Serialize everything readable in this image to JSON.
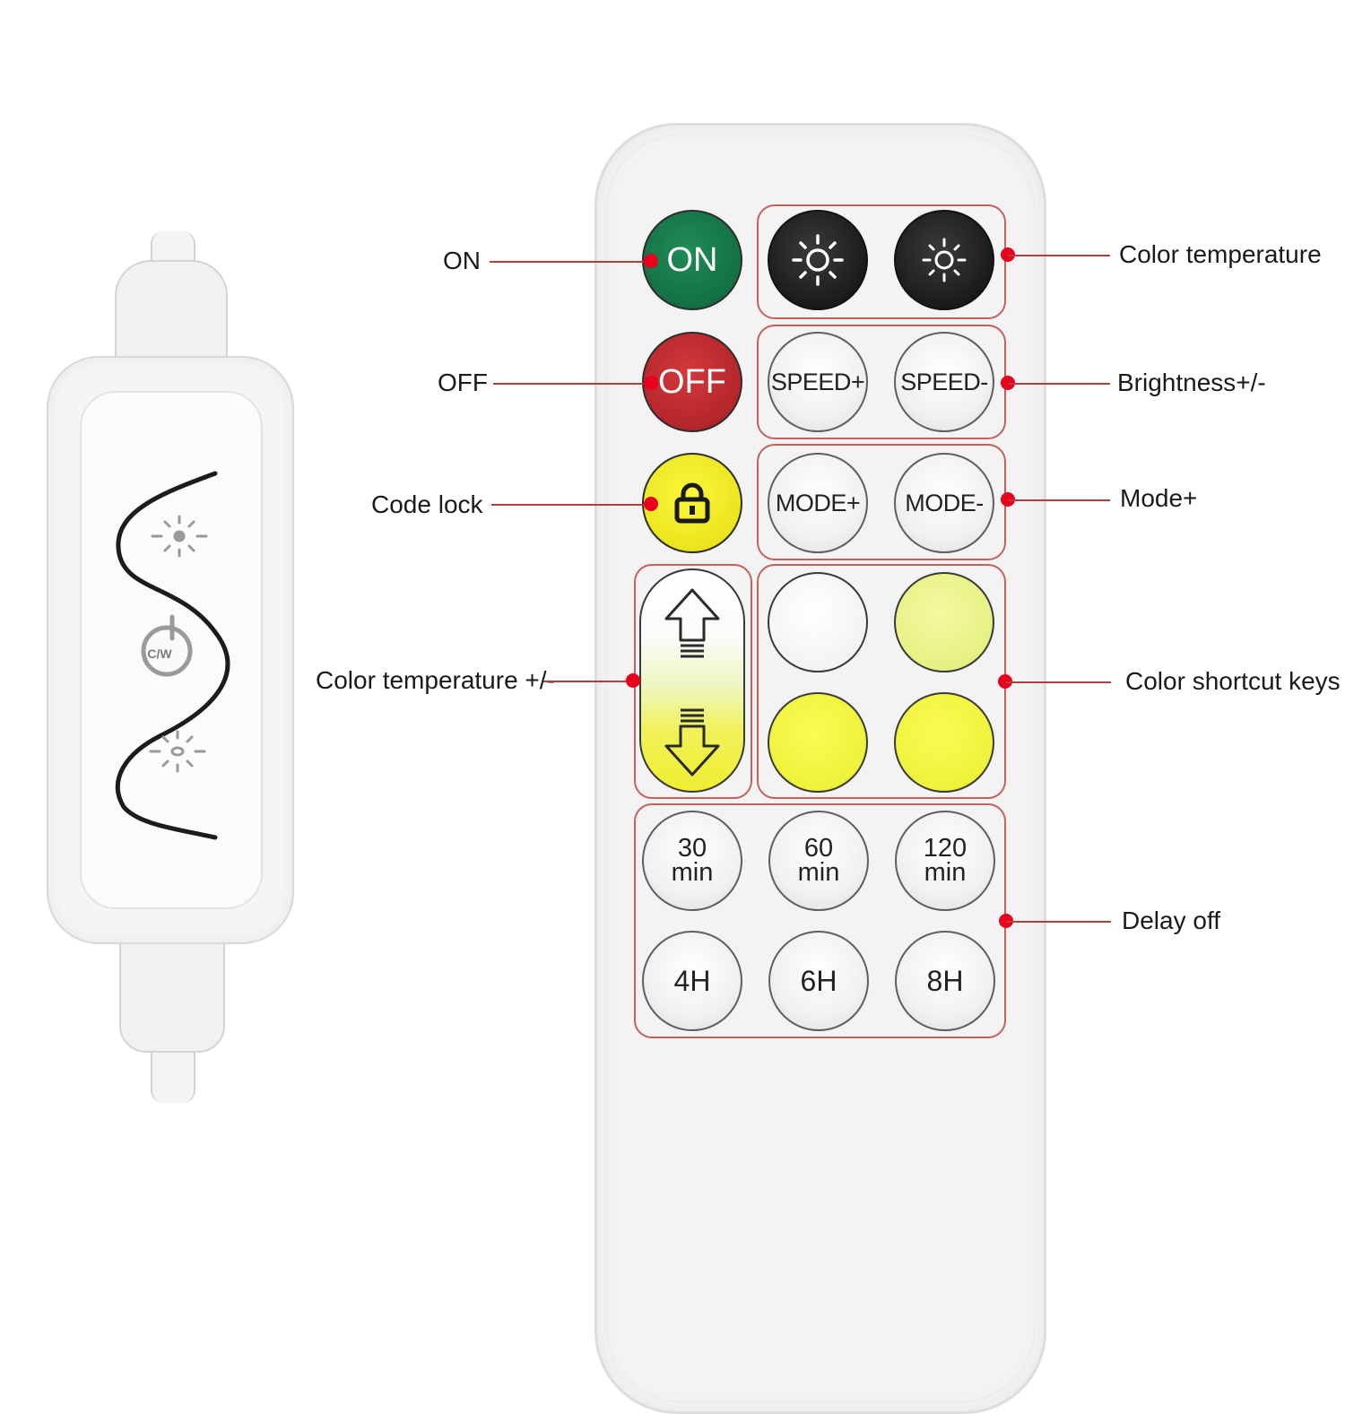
{
  "remote": {
    "on_label": "ON",
    "off_label": "OFF",
    "speed_plus_label": "SPEED+",
    "speed_minus_label": "SPEED-",
    "mode_plus_label": "MODE+",
    "mode_minus_label": "MODE-",
    "timer_30": {
      "num": "30",
      "unit": "min"
    },
    "timer_60": {
      "num": "60",
      "unit": "min"
    },
    "timer_120": {
      "num": "120",
      "unit": "min"
    },
    "timer_4h": "4H",
    "timer_6h": "6H",
    "timer_8h": "8H",
    "color_shortcuts": [
      "#f6f6f6",
      "#e6f183",
      "#eff23a",
      "#eff23a"
    ]
  },
  "callouts": {
    "on": "ON",
    "off": "OFF",
    "code_lock": "Code lock",
    "color_temp_pm": "Color temperature +/-",
    "color_temperature": "Color temperature",
    "brightness": "Brightness+/-",
    "mode": "Mode+",
    "color_shortcut_keys": "Color shortcut keys",
    "delay_off": "Delay off"
  },
  "switch": {
    "power_icon_text": "C/W"
  },
  "icons": {
    "lock": "lock-icon",
    "sun": "sun-icon",
    "up": "arrow-up-icon",
    "down": "arrow-down-icon",
    "power": "power-icon"
  },
  "colors": {
    "callout_dot": "#e8001c",
    "group_border": "#c66060",
    "on_button": "#137043",
    "off_button": "#b3262a",
    "lock_button": "#ebe51e"
  }
}
